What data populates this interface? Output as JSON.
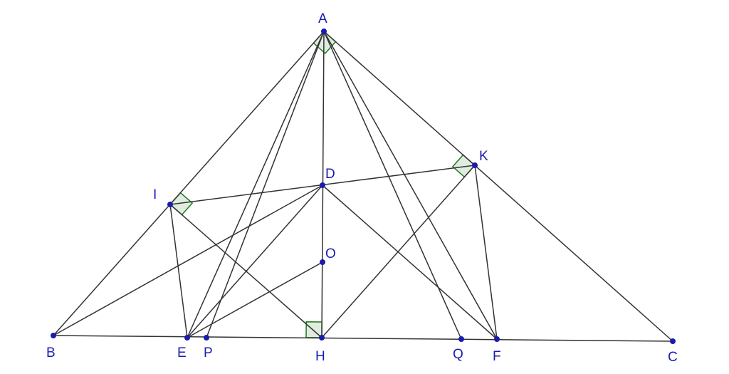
{
  "points": [
    {
      "id": "A",
      "label": "A"
    },
    {
      "id": "B",
      "label": "B"
    },
    {
      "id": "C",
      "label": "C"
    },
    {
      "id": "D",
      "label": "D"
    },
    {
      "id": "E",
      "label": "E"
    },
    {
      "id": "F",
      "label": "F"
    },
    {
      "id": "H",
      "label": "H"
    },
    {
      "id": "I",
      "label": "I"
    },
    {
      "id": "K",
      "label": "K"
    },
    {
      "id": "O",
      "label": "O"
    },
    {
      "id": "P",
      "label": "P"
    },
    {
      "id": "Q",
      "label": "Q"
    }
  ],
  "segments": [
    [
      "B",
      "C"
    ],
    [
      "A",
      "B"
    ],
    [
      "A",
      "C"
    ],
    [
      "A",
      "H"
    ],
    [
      "A",
      "E"
    ],
    [
      "A",
      "P"
    ],
    [
      "A",
      "Q"
    ],
    [
      "A",
      "F"
    ],
    [
      "I",
      "K"
    ],
    [
      "I",
      "E"
    ],
    [
      "I",
      "H"
    ],
    [
      "K",
      "H"
    ],
    [
      "K",
      "F"
    ],
    [
      "D",
      "B"
    ],
    [
      "D",
      "E"
    ],
    [
      "D",
      "F"
    ],
    [
      "O",
      "E"
    ]
  ],
  "right_angles": [
    {
      "vertex": "A",
      "from": "B",
      "to": "C"
    },
    {
      "vertex": "I",
      "from": "A",
      "to": "H"
    },
    {
      "vertex": "K",
      "from": "A",
      "to": "H"
    },
    {
      "vertex": "H",
      "from": "B",
      "to": "A"
    }
  ],
  "colors": {
    "line": "#333333",
    "point": "#1b1bb0",
    "right_angle": "#1a7a1a"
  }
}
